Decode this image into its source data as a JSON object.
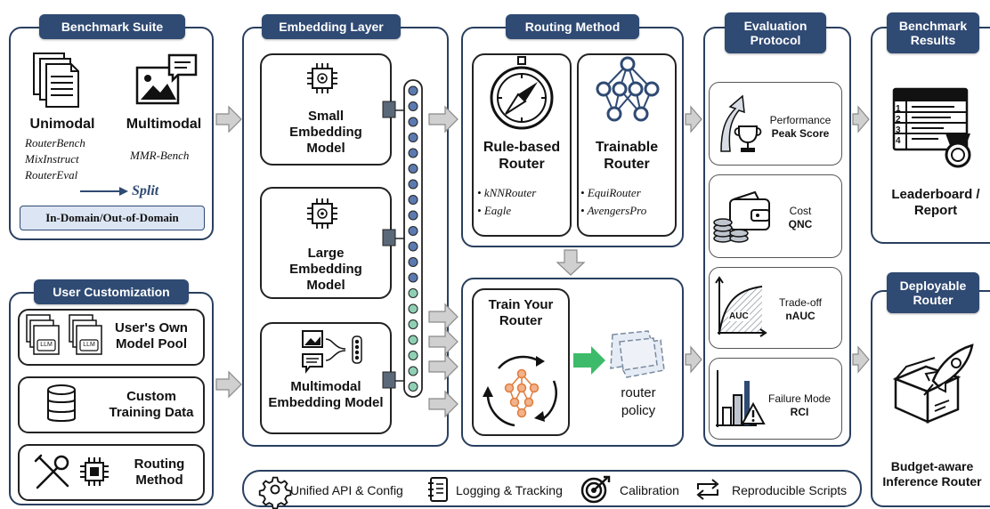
{
  "benchmark_suite": {
    "title": "Benchmark Suite",
    "unimodal": "Unimodal",
    "multimodal": "Multimodal",
    "unimodal_items": [
      "RouterBench",
      "MixInstruct",
      "RouterEval"
    ],
    "multimodal_items": [
      "MMR-Bench"
    ],
    "split": "Split",
    "domain": "In-Domain/Out-of-Domain"
  },
  "user_customization": {
    "title": "User Customization",
    "model_pool": "User's Own Model Pool",
    "training_data": "Custom Training Data",
    "routing_method": "Routing Method",
    "llm_label": "LLM"
  },
  "embedding_layer": {
    "title": "Embedding Layer",
    "small": "Small Embedding Model",
    "large": "Large Embedding Model",
    "multimodal": "Multimodal Embedding Model"
  },
  "routing_method": {
    "title": "Routing Method",
    "rule_based": "Rule-based Router",
    "trainable": "Trainable Router",
    "rule_items": [
      "kNNRouter",
      "Eagle"
    ],
    "trainable_items": [
      "EquiRouter",
      "AvengersPro"
    ],
    "train_your_router": "Train Your Router",
    "router_policy": "router policy"
  },
  "evaluation_protocol": {
    "title": "Evaluation Protocol",
    "performance": "Performance",
    "performance_metric": "Peak Score",
    "cost": "Cost",
    "cost_metric": "QNC",
    "tradeoff": "Trade-off",
    "tradeoff_metric": "nAUC",
    "auc_label": "AUC",
    "failure": "Failure Mode",
    "failure_metric": "RCI"
  },
  "benchmark_results": {
    "title": "Benchmark Results",
    "label": "Leaderboard / Report",
    "rank_numbers": [
      "1",
      "2",
      "3",
      "4"
    ]
  },
  "deployable_router": {
    "title": "Deployable Router",
    "label": "Budget-aware Inference Router"
  },
  "bottom_bar": {
    "items": [
      "Unified API & Config",
      "Logging & Tracking",
      "Calibration",
      "Reproducible Scripts"
    ]
  },
  "colors": {
    "panel_border": "#2a3f5f",
    "tag_bg": "#2f4a73",
    "arrow_gray": "#d0d0d0",
    "green_arrow": "#3dbb6a",
    "node_blue": "#5b7ab0",
    "node_green": "#8fd0b4",
    "node_orange": "#f2b28a"
  }
}
